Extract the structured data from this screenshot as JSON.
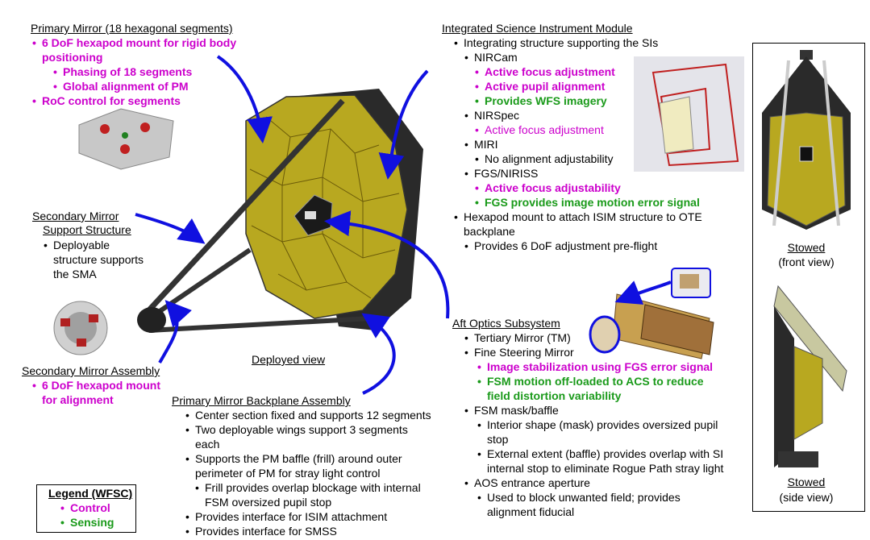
{
  "primary_mirror": {
    "title": "Primary Mirror (18 hexagonal segments)",
    "items": [
      "6 DoF hexapod mount for rigid body",
      "positioning",
      "Phasing of 18 segments",
      "Global alignment of PM",
      "RoC control for segments"
    ]
  },
  "sm_support": {
    "title1": "Secondary Mirror",
    "title2": "Support Structure",
    "items": [
      "Deployable",
      "structure supports",
      "the SMA"
    ]
  },
  "sm_assembly": {
    "title": "Secondary Mirror Assembly",
    "items": [
      "6 DoF hexapod mount",
      "for alignment"
    ]
  },
  "deployed_label": "Deployed view",
  "backplane": {
    "title": "Primary Mirror Backplane Assembly",
    "items": [
      "Center section fixed and supports 12 segments",
      "Two deployable wings support 3 segments",
      "each",
      "Supports the PM baffle (frill) around outer",
      "perimeter of PM for stray light control",
      "Frill provides overlap blockage with internal",
      "FSM oversized pupil stop",
      "Provides interface for ISIM attachment",
      "Provides interface for SMSS"
    ]
  },
  "legend": {
    "title": "Legend (WFSC)",
    "control": "Control",
    "sensing": "Sensing",
    "colors": {
      "control": "#cc00cc",
      "sensing": "#1a9a1a"
    }
  },
  "isim": {
    "title": "Integrated Science Instrument Module",
    "items": [
      "Integrating structure supporting the SIs",
      "NIRCam",
      "Active focus adjustment",
      "Active pupil alignment",
      "Provides WFS imagery",
      "NIRSpec",
      "Active focus adjustment",
      "MIRI",
      "No alignment adjustability",
      "FGS/NIRISS",
      "Active focus adjustability",
      "FGS provides image motion error signal",
      "Hexapod mount to attach ISIM structure to OTE",
      "backplane",
      "Provides 6 DoF adjustment pre-flight"
    ]
  },
  "aos": {
    "title": "Aft Optics Subsystem",
    "items": [
      "Tertiary Mirror (TM)",
      "Fine Steering Mirror",
      "Image stabilization using FGS error signal",
      "FSM motion off-loaded to ACS to reduce",
      "field distortion variability",
      "FSM mask/baffle",
      "Interior shape (mask) provides oversized pupil",
      "stop",
      "External extent (baffle) provides overlap with SI",
      "internal stop to eliminate Rogue Path stray light",
      "AOS entrance aperture",
      "Used to block unwanted field; provides",
      "alignment fiducial"
    ]
  },
  "stowed_front": {
    "title": "Stowed",
    "sub": "(front view)"
  },
  "stowed_side": {
    "title": "Stowed",
    "sub": "(side view)"
  },
  "colors": {
    "mirror": "#b8a820",
    "mirror_dark": "#8a7a10",
    "arrow": "#1010e0",
    "structure": "#333333"
  }
}
